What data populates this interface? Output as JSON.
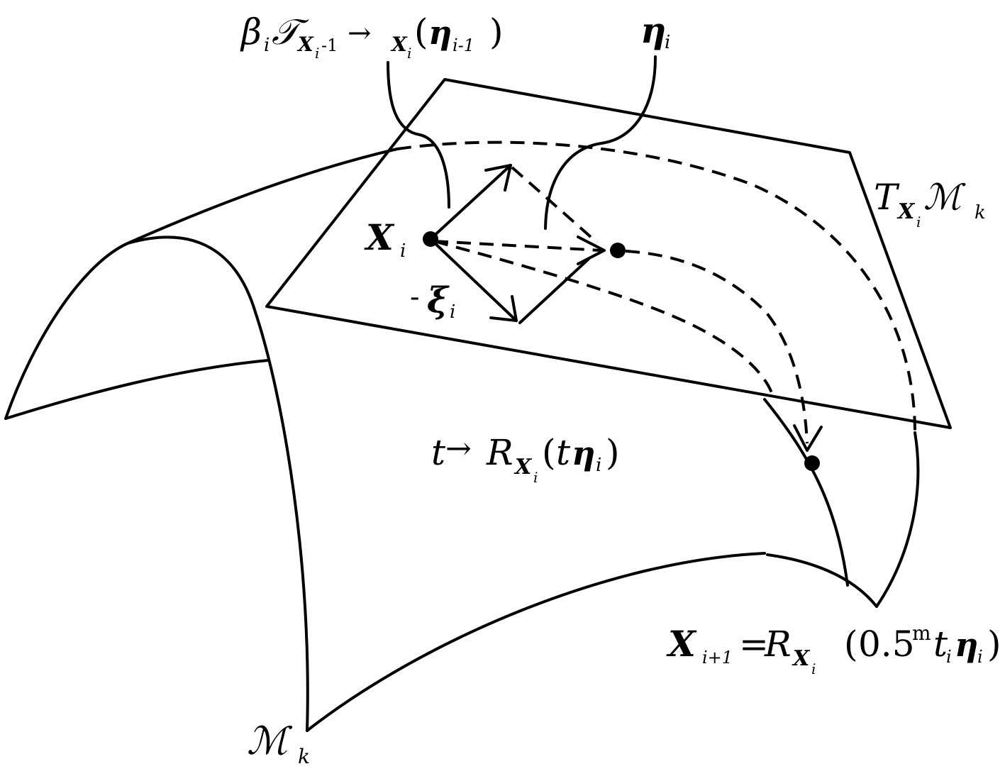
{
  "labels": {
    "transport": {
      "beta": "β",
      "beta_sub": "i",
      "T": "𝒯",
      "X": "X",
      "X_sub": "i",
      "minus_one": "-1",
      "arrow": "→",
      "X2": "X",
      "X2_sub": "i",
      "open_paren": "(",
      "eta": "η",
      "eta_sub": "i-1",
      "close_paren": ")"
    },
    "eta": {
      "symbol": "η",
      "sub": "i"
    },
    "tangent_space": {
      "T": "T",
      "X": "X",
      "X_sub": "i",
      "M": "ℳ",
      "M_sub": "k"
    },
    "point_x": {
      "symbol": "X",
      "sub": "i"
    },
    "xi": {
      "minus": "-",
      "symbol": "ξ",
      "sub": "i"
    },
    "curve": {
      "t": "t",
      "arrow": "→",
      "R": "R",
      "X": "X",
      "X_sub": "i",
      "open_paren": "(",
      "t2": "t",
      "eta": "η",
      "eta_sub": "i",
      "close_paren": ")"
    },
    "next_point": {
      "X": "X",
      "X_sub": "i+1",
      "equals": "=",
      "R": "R",
      "RX": "X",
      "RX_sub": "i",
      "open_paren": "(",
      "value": "0.5",
      "exponent": "m",
      "t": "t",
      "t_sub": "i",
      "eta": "η",
      "eta_sub": "i",
      "close_paren": ")"
    },
    "manifold": {
      "M": "ℳ",
      "sub": "k"
    }
  }
}
